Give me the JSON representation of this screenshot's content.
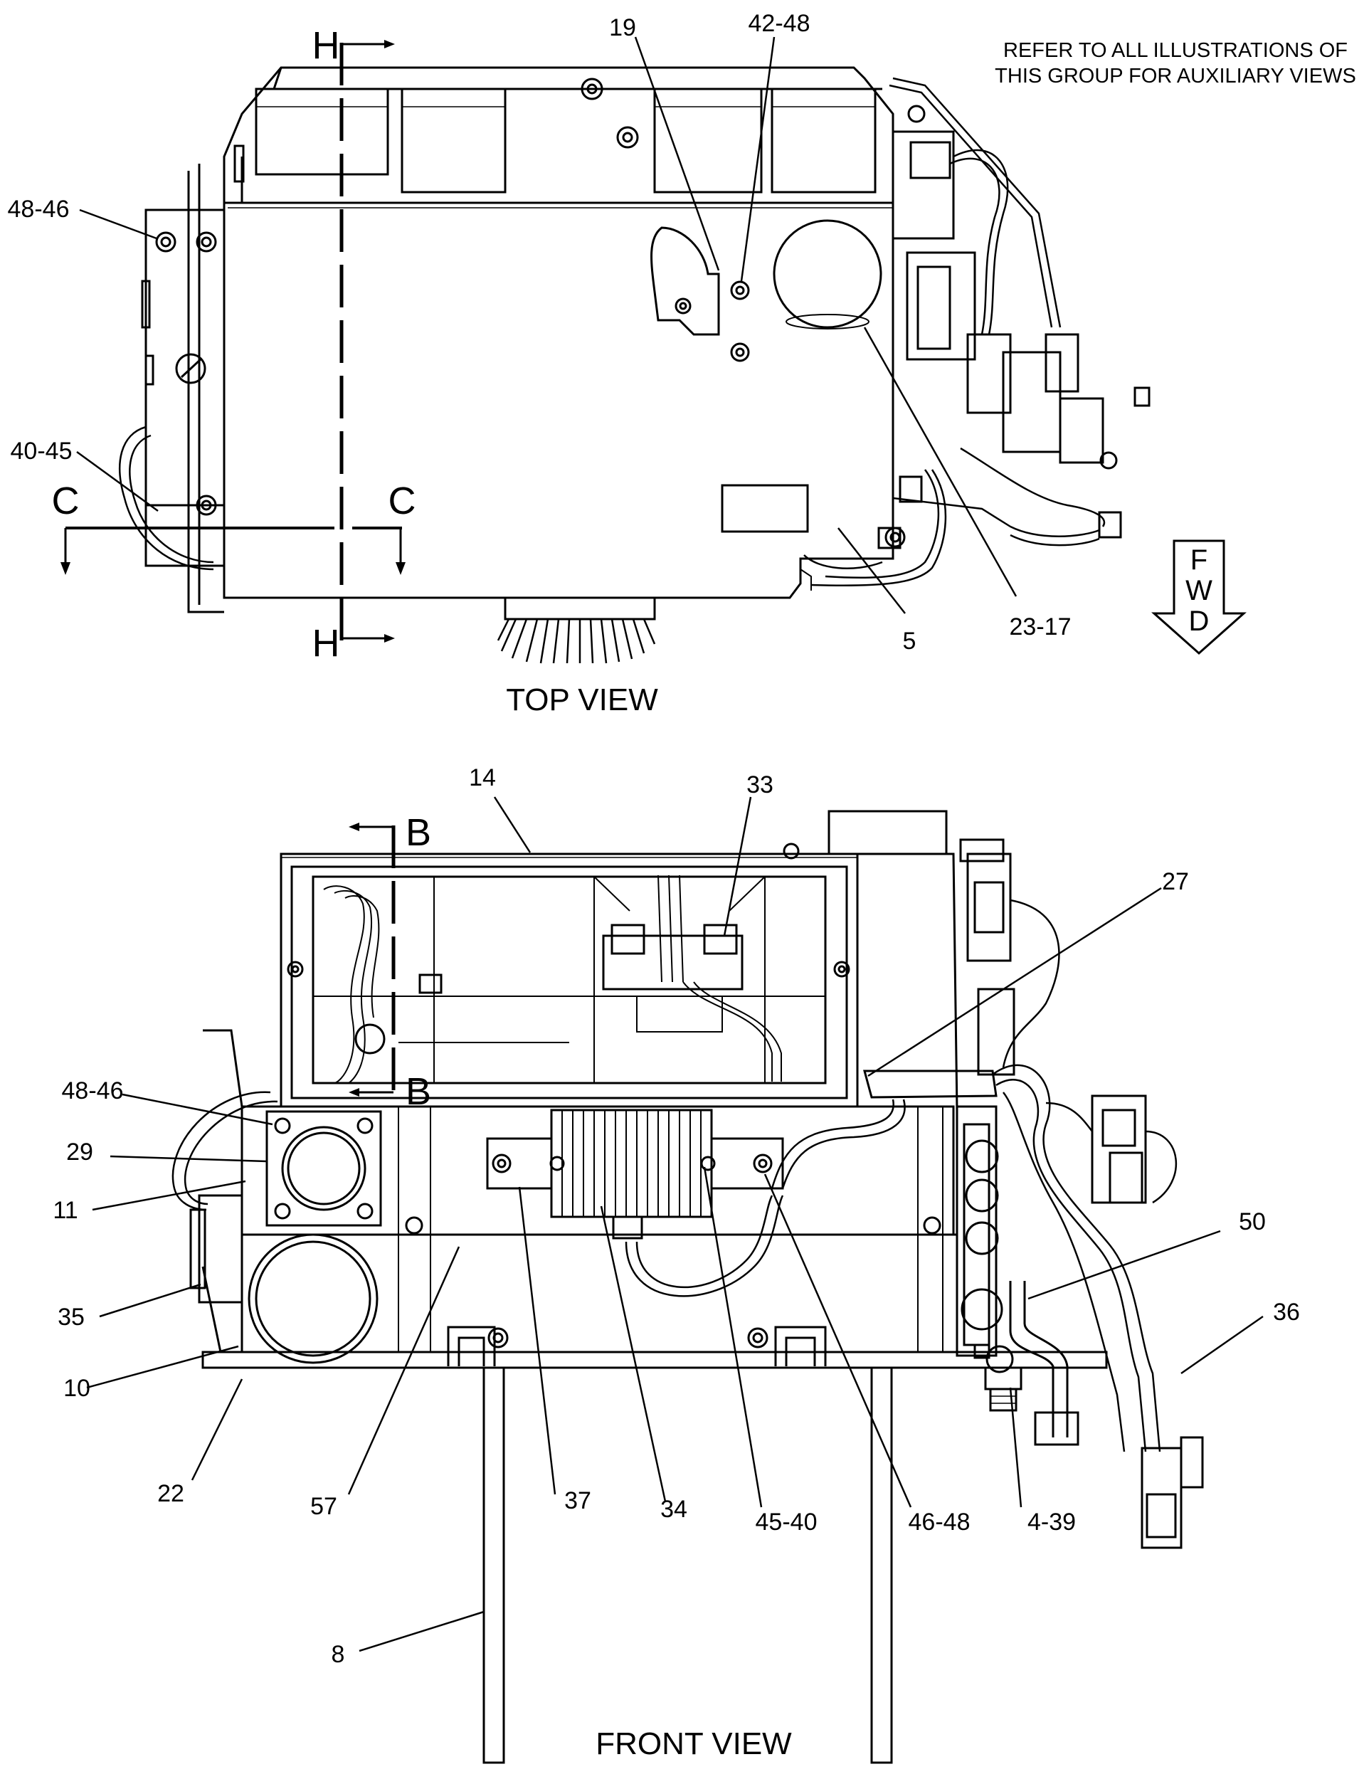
{
  "note": {
    "line1": "REFER TO ALL ILLUSTRATIONS OF",
    "line2": "THIS GROUP FOR AUXILIARY VIEWS"
  },
  "views": {
    "top": "TOP VIEW",
    "front": "FRONT VIEW"
  },
  "fwd": {
    "l1": "F",
    "l2": "W",
    "l3": "D"
  },
  "sections": {
    "h_top": "H",
    "h_bottom": "H",
    "c_left": "C",
    "c_right": "C",
    "b_top": "B",
    "b_bottom": "B"
  },
  "top_callouts": {
    "c19": "19",
    "c42_48": "42-48",
    "c48_46": "48-46",
    "c40_45": "40-45",
    "c5": "5",
    "c23_17": "23-17"
  },
  "front_callouts": {
    "c14": "14",
    "c33": "33",
    "c27": "27",
    "c48_46": "48-46",
    "c29": "29",
    "c11": "11",
    "c35": "35",
    "c10": "10",
    "c22": "22",
    "c57": "57",
    "c37": "37",
    "c34": "34",
    "c45_40": "45-40",
    "c46_48": "46-48",
    "c4_39": "4-39",
    "c50": "50",
    "c36": "36",
    "c8": "8"
  }
}
